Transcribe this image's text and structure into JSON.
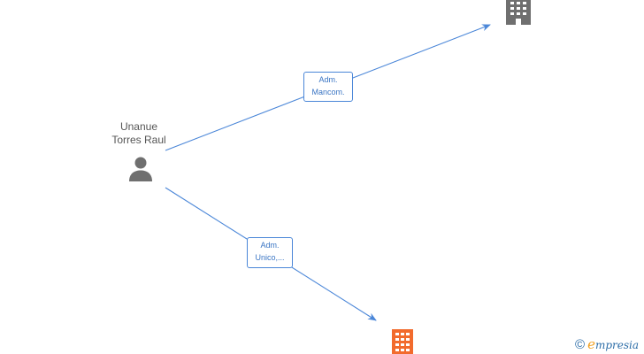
{
  "person": {
    "name_line1": "Unanue",
    "name_line2": "Torres Raul"
  },
  "edges": [
    {
      "label_line1": "Adm.",
      "label_line2": "Mancom."
    },
    {
      "label_line1": "Adm.",
      "label_line2": "Unico,..."
    }
  ],
  "icons": {
    "person": "person-icon",
    "company_top": "building-icon",
    "company_bottom": "building-icon"
  },
  "colors": {
    "edge": "#4a86d8",
    "company_top": "#6f6f6f",
    "company_bottom": "#f26b2d",
    "person": "#6f6f6f"
  },
  "brand": {
    "copyright": "©",
    "e": "e",
    "rest": "mpresia"
  }
}
